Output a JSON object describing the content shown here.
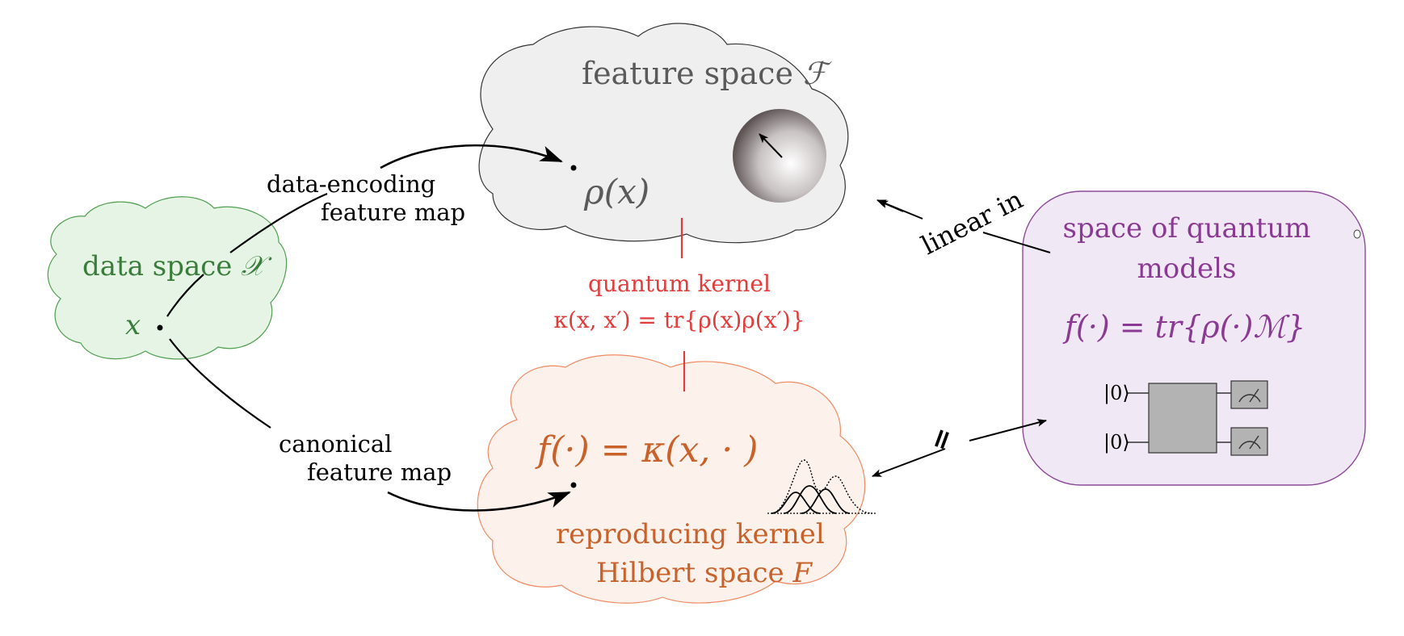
{
  "colors": {
    "data_green": "#3a7d3a",
    "data_fill": "#e6f4e6",
    "data_stroke": "#4f9f4f",
    "feature_grey": "#5a5a5a",
    "feature_fill": "#efefef",
    "kernel_red": "#e23b3b",
    "hilbert_orange": "#c8622a",
    "hilbert_fill": "#fdf1ec",
    "hilbert_stroke": "#f08a62",
    "quantum_purple": "#8a3a93",
    "quantum_fill": "#f1e8f6",
    "quantum_stroke": "#8e4a9a",
    "gate_fill": "#b3b3b3"
  },
  "data_space": {
    "title": "data space ",
    "title_symbol": "𝒳",
    "point": "x"
  },
  "feature_space": {
    "title": "feature space ",
    "title_symbol": "ℱ",
    "point": "ρ(x)"
  },
  "data_encoding": {
    "line1": "data-encoding",
    "line2": "feature map"
  },
  "canonical": {
    "line1": "canonical",
    "line2": "feature map"
  },
  "quantum_kernel": {
    "title": "quantum kernel",
    "formula": "κ(x, x′) = tr{ρ(x)ρ(x′)}"
  },
  "hilbert": {
    "formula": "f(·) = κ(x, · )",
    "line1": "reproducing kernel",
    "line2": "Hilbert space ",
    "line2_symbol": "F"
  },
  "quantum_models": {
    "line1": "space of quantum",
    "line2": "models",
    "formula": "f(·) = tr{ρ(·)ℳ}",
    "ket_top": "|0⟩",
    "ket_bottom": "|0⟩"
  },
  "linear_in": "linear in",
  "equivalence": "="
}
